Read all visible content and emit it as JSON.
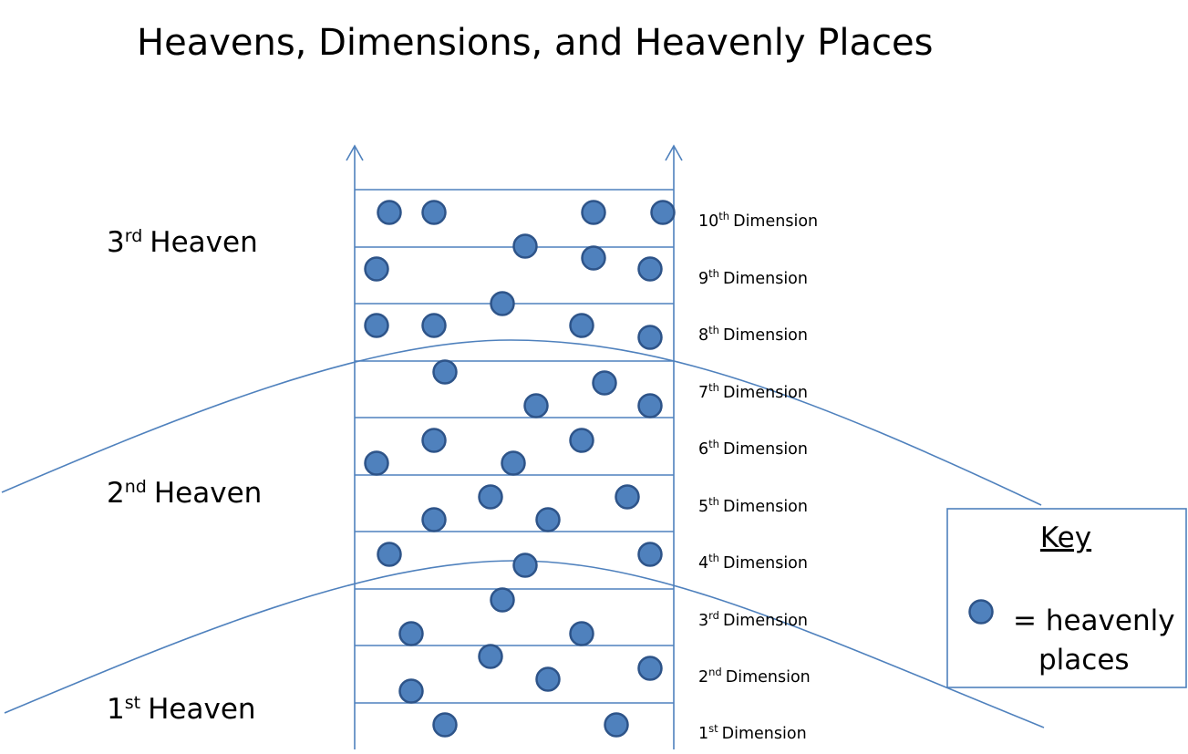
{
  "title": "Heavens, Dimensions, and Heavenly Places",
  "colors": {
    "line": "#4f81bd",
    "dot_fill": "#4f81bd",
    "dot_stroke": "#2e5489",
    "key_border": "#4f81bd",
    "text": "#000000"
  },
  "heavens": [
    {
      "num": "3",
      "sup": "rd",
      "label": "Heaven"
    },
    {
      "num": "2",
      "sup": "nd",
      "label": "Heaven"
    },
    {
      "num": "1",
      "sup": "st",
      "label": "Heaven"
    }
  ],
  "dimensions": [
    {
      "num": "10",
      "sup": "th",
      "label": "Dimension"
    },
    {
      "num": "9",
      "sup": "th",
      "label": "Dimension"
    },
    {
      "num": "8",
      "sup": "th",
      "label": "Dimension"
    },
    {
      "num": "7",
      "sup": "th",
      "label": "Dimension"
    },
    {
      "num": "6",
      "sup": "th",
      "label": "Dimension"
    },
    {
      "num": "5",
      "sup": "th",
      "label": "Dimension"
    },
    {
      "num": "4",
      "sup": "th",
      "label": "Dimension"
    },
    {
      "num": "3",
      "sup": "rd",
      "label": "Dimension"
    },
    {
      "num": "2",
      "sup": "nd",
      "label": "Dimension"
    },
    {
      "num": "1",
      "sup": "st",
      "label": "Dimension"
    }
  ],
  "key": {
    "title": "Key",
    "line1": "= heavenly",
    "line2": "places"
  }
}
